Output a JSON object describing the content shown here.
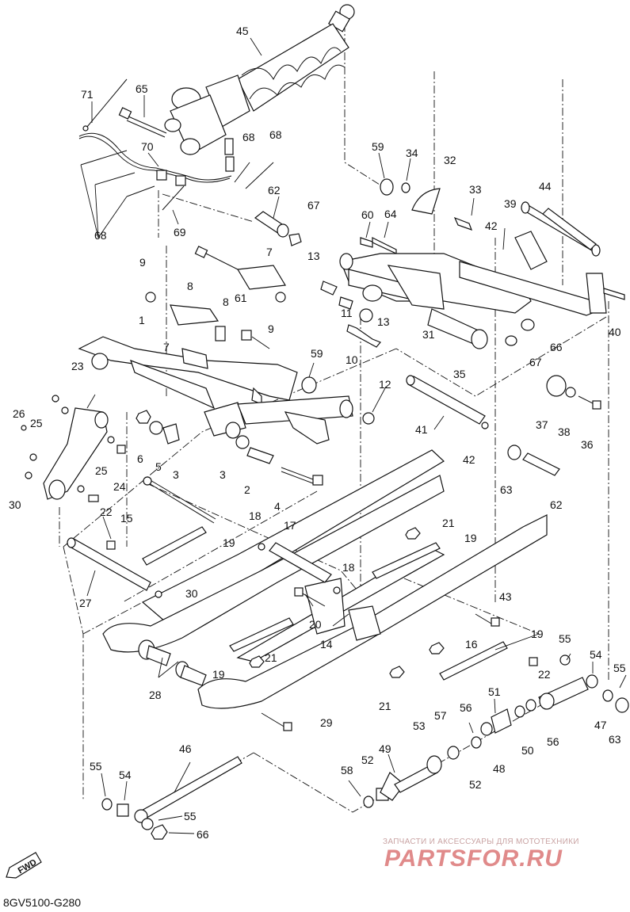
{
  "diagram": {
    "code": "8GV5100-G280",
    "fwd_label": "FWD",
    "watermark": {
      "tagline": "ЗАПЧАСТИ И АКСЕССУАРЫ ДЛЯ МОТОТЕХНИКИ",
      "brand": "PARTSFOR.RU"
    },
    "callouts": [
      {
        "id": "c45",
        "label": "45"
      },
      {
        "id": "c71",
        "label": "71"
      },
      {
        "id": "c65",
        "label": "65"
      },
      {
        "id": "c70",
        "label": "70"
      },
      {
        "id": "c68a",
        "label": "68"
      },
      {
        "id": "c68b",
        "label": "68"
      },
      {
        "id": "c68c",
        "label": "68"
      },
      {
        "id": "c62a",
        "label": "62"
      },
      {
        "id": "c69",
        "label": "69"
      },
      {
        "id": "c67a",
        "label": "67"
      },
      {
        "id": "c59a",
        "label": "59"
      },
      {
        "id": "c34",
        "label": "34"
      },
      {
        "id": "c32",
        "label": "32"
      },
      {
        "id": "c33",
        "label": "33"
      },
      {
        "id": "c44",
        "label": "44"
      },
      {
        "id": "c60",
        "label": "60"
      },
      {
        "id": "c64",
        "label": "64"
      },
      {
        "id": "c39",
        "label": "39"
      },
      {
        "id": "c42a",
        "label": "42"
      },
      {
        "id": "c40",
        "label": "40"
      },
      {
        "id": "c9a",
        "label": "9"
      },
      {
        "id": "c8a",
        "label": "8"
      },
      {
        "id": "c7a",
        "label": "7"
      },
      {
        "id": "c13a",
        "label": "13"
      },
      {
        "id": "c9b",
        "label": "9"
      },
      {
        "id": "c8b",
        "label": "8"
      },
      {
        "id": "c61",
        "label": "61"
      },
      {
        "id": "c11",
        "label": "11"
      },
      {
        "id": "c13b",
        "label": "13"
      },
      {
        "id": "c1",
        "label": "1"
      },
      {
        "id": "c7b",
        "label": "7"
      },
      {
        "id": "c10",
        "label": "10"
      },
      {
        "id": "c31",
        "label": "31"
      },
      {
        "id": "c66a",
        "label": "66"
      },
      {
        "id": "c67b",
        "label": "67"
      },
      {
        "id": "c35",
        "label": "35"
      },
      {
        "id": "c23",
        "label": "23"
      },
      {
        "id": "c59b",
        "label": "59"
      },
      {
        "id": "c12",
        "label": "12"
      },
      {
        "id": "c26",
        "label": "26"
      },
      {
        "id": "c25a",
        "label": "25"
      },
      {
        "id": "c6",
        "label": "6"
      },
      {
        "id": "c5",
        "label": "5"
      },
      {
        "id": "c3a",
        "label": "3"
      },
      {
        "id": "c3b",
        "label": "3"
      },
      {
        "id": "c2",
        "label": "2"
      },
      {
        "id": "c4",
        "label": "4"
      },
      {
        "id": "c41",
        "label": "41"
      },
      {
        "id": "c42b",
        "label": "42"
      },
      {
        "id": "c37",
        "label": "37"
      },
      {
        "id": "c38",
        "label": "38"
      },
      {
        "id": "c36",
        "label": "36"
      },
      {
        "id": "c25b",
        "label": "25"
      },
      {
        "id": "c24",
        "label": "24"
      },
      {
        "id": "c30a",
        "label": "30"
      },
      {
        "id": "c63a",
        "label": "63"
      },
      {
        "id": "c62b",
        "label": "62"
      },
      {
        "id": "c15",
        "label": "15"
      },
      {
        "id": "c22a",
        "label": "22"
      },
      {
        "id": "c18a",
        "label": "18"
      },
      {
        "id": "c17",
        "label": "17"
      },
      {
        "id": "c21a",
        "label": "21"
      },
      {
        "id": "c19a",
        "label": "19"
      },
      {
        "id": "c19b",
        "label": "19"
      },
      {
        "id": "c18b",
        "label": "18"
      },
      {
        "id": "c27",
        "label": "27"
      },
      {
        "id": "c30b",
        "label": "30"
      },
      {
        "id": "c20",
        "label": "20"
      },
      {
        "id": "c43",
        "label": "43"
      },
      {
        "id": "c14",
        "label": "14"
      },
      {
        "id": "c16",
        "label": "16"
      },
      {
        "id": "c19c",
        "label": "19"
      },
      {
        "id": "c21b",
        "label": "21"
      },
      {
        "id": "c55a",
        "label": "55"
      },
      {
        "id": "c54a",
        "label": "54"
      },
      {
        "id": "c55b",
        "label": "55"
      },
      {
        "id": "c19d",
        "label": "19"
      },
      {
        "id": "c22b",
        "label": "22"
      },
      {
        "id": "c28",
        "label": "28"
      },
      {
        "id": "c21c",
        "label": "21"
      },
      {
        "id": "c51",
        "label": "51"
      },
      {
        "id": "c47",
        "label": "47"
      },
      {
        "id": "c56a",
        "label": "56"
      },
      {
        "id": "c57",
        "label": "57"
      },
      {
        "id": "c29",
        "label": "29"
      },
      {
        "id": "c53",
        "label": "53"
      },
      {
        "id": "c50",
        "label": "50"
      },
      {
        "id": "c56b",
        "label": "56"
      },
      {
        "id": "c63b",
        "label": "63"
      },
      {
        "id": "c46",
        "label": "46"
      },
      {
        "id": "c49",
        "label": "49"
      },
      {
        "id": "c48",
        "label": "48"
      },
      {
        "id": "c52a",
        "label": "52"
      },
      {
        "id": "c55c",
        "label": "55"
      },
      {
        "id": "c54b",
        "label": "54"
      },
      {
        "id": "c58",
        "label": "58"
      },
      {
        "id": "c52b",
        "label": "52"
      },
      {
        "id": "c55d",
        "label": "55"
      },
      {
        "id": "c66b",
        "label": "66"
      }
    ]
  }
}
